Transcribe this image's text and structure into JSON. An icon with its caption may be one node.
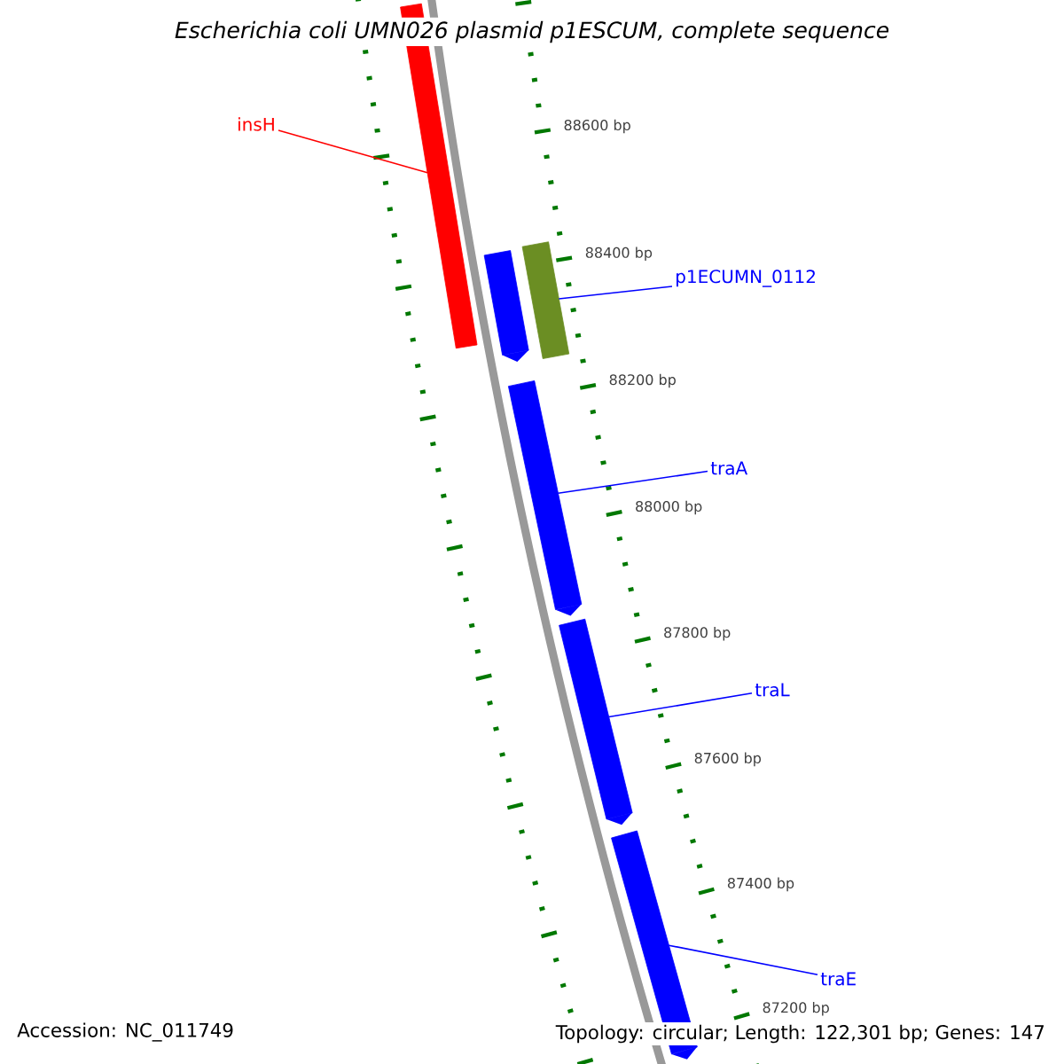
{
  "diagram": {
    "title": "Escherichia coli UMN026 plasmid p1ESCUM, complete sequence",
    "nodes": [
      {
        "text": [
          "insH"
        ]
      },
      {
        "text": [
          "p1ECUMN_0112"
        ]
      },
      {
        "text": [
          "traA"
        ]
      },
      {
        "text": [
          "traL"
        ]
      },
      {
        "text": [
          "traE"
        ]
      },
      {
        "text": [],
        "shape": "bar"
      },
      {
        "text": [],
        "shape": "bar"
      },
      {
        "text": [],
        "shape": "bar"
      },
      {
        "text": [],
        "shape": "bar"
      },
      {
        "text": [],
        "shape": "bar"
      },
      {
        "text": [],
        "shape": "bar"
      }
    ],
    "edges": [
      {
        "from": 0,
        "to": 5,
        "arrow": "none",
        "color": "#ff0000"
      },
      {
        "from": 1,
        "to": 7,
        "arrow": "none"
      },
      {
        "from": 2,
        "to": 8,
        "arrow": "none"
      },
      {
        "from": 3,
        "to": 9,
        "arrow": "none"
      },
      {
        "from": 4,
        "to": 10,
        "arrow": "none"
      }
    ],
    "labels": [
      "88600 bp",
      "88400 bp",
      "88200 bp",
      "88000 bp",
      "87800 bp",
      "87600 bp",
      "87400 bp",
      "87200 bp",
      "Accession: NC_011749",
      "Topology: circular; Length: 122,301 bp; Genes: 147"
    ]
  }
}
